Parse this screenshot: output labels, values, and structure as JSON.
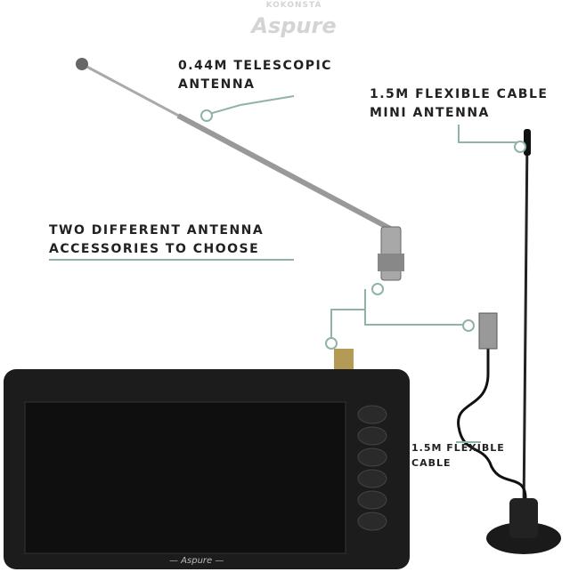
{
  "logo": {
    "top": "KOKONSTA",
    "brand": "Aspure"
  },
  "labels": {
    "telescopic_line1": "0.44M Telescopic",
    "telescopic_line2": "Antenna",
    "flexible_line1": "1.5M Flexible Cable",
    "flexible_line2": "Mini Antenna",
    "choose_line1": "Two different antenna",
    "choose_line2": "accessories to choose",
    "cable_line1": "1.5M Flexible",
    "cable_line2": "Cable"
  },
  "device": {
    "bezel_brand": "— Aspure —",
    "button_count": 6
  },
  "colors": {
    "callout": "#8fb3aa",
    "device": "#1c1c1c",
    "antenna": "#b8b8b8"
  }
}
